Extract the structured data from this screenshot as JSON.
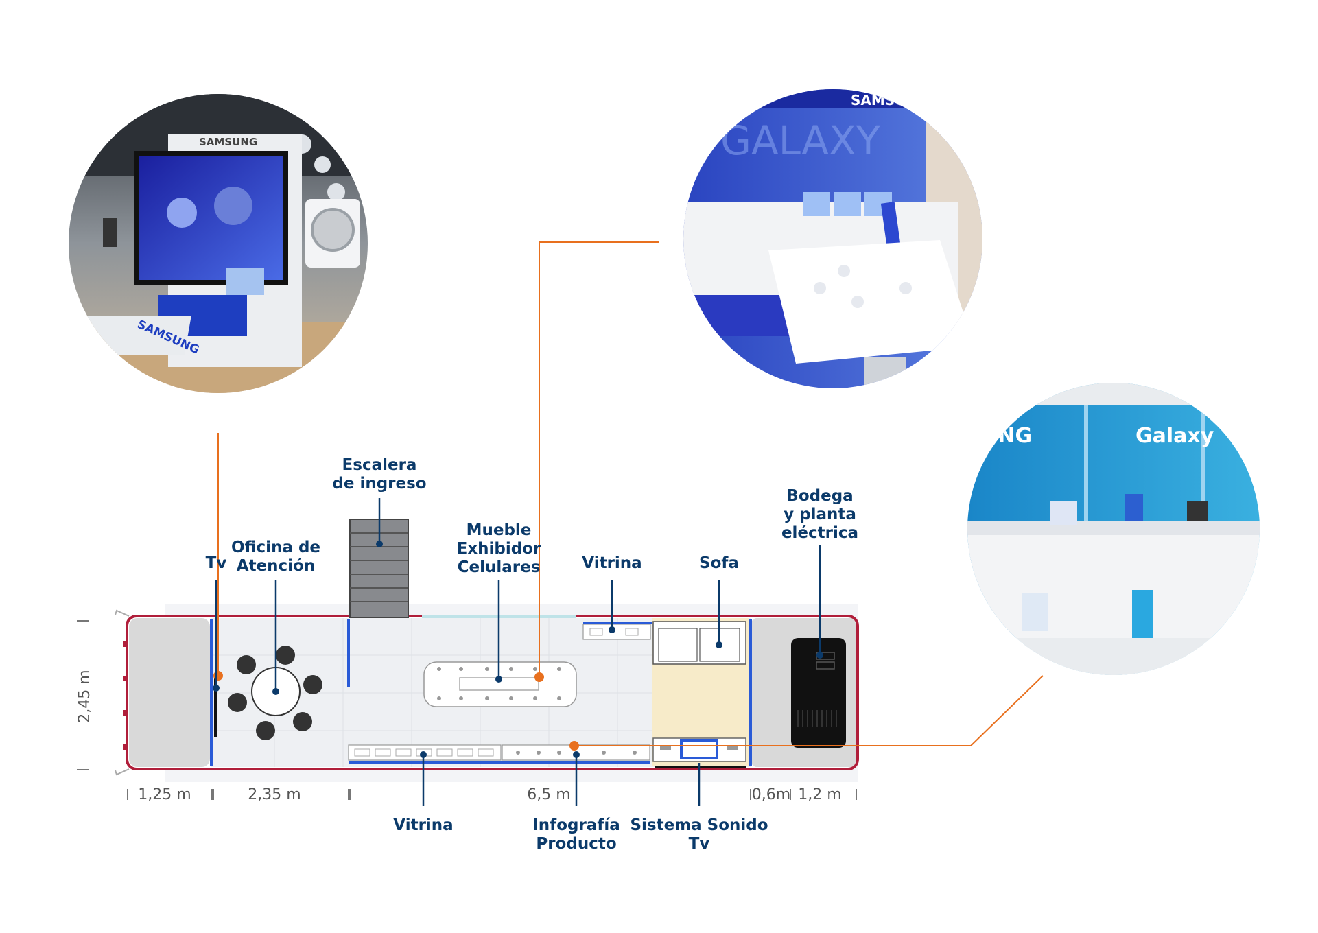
{
  "labels": {
    "escalera": [
      "Escalera",
      "de ingreso"
    ],
    "oficina": [
      "Oficina de",
      "Atención"
    ],
    "tv": "Tv",
    "mueble": [
      "Mueble",
      "Exhibidor",
      "Celulares"
    ],
    "vitrina_top": "Vitrina",
    "sofa": "Sofa",
    "bodega": [
      "Bodega",
      "y planta",
      "eléctrica"
    ],
    "vitrina_bottom": "Vitrina",
    "infografia": [
      "Infografía",
      "Producto"
    ],
    "sonido": [
      "Sistema Sonido",
      "Tv"
    ]
  },
  "dimensions": {
    "width": "2,45 m",
    "d1": "1,25 m",
    "d2": "2,35 m",
    "d3": "6,5 m",
    "d4": "0,6m",
    "d5": "1,2 m"
  },
  "photos": {
    "tv_stand": {
      "brand": "SAMSUNG",
      "base": "SAMSUNG"
    },
    "galaxy_table": {
      "brand": "SAMSUNG",
      "wall": "GALAXY"
    },
    "galaxy_counter": {
      "brand": "UNG",
      "wall": "Galaxy"
    }
  },
  "colors": {
    "navy": "#0b3a6a",
    "accent": "#e8701e",
    "border": "#b01e3a",
    "wall": "#2a5bd7"
  }
}
